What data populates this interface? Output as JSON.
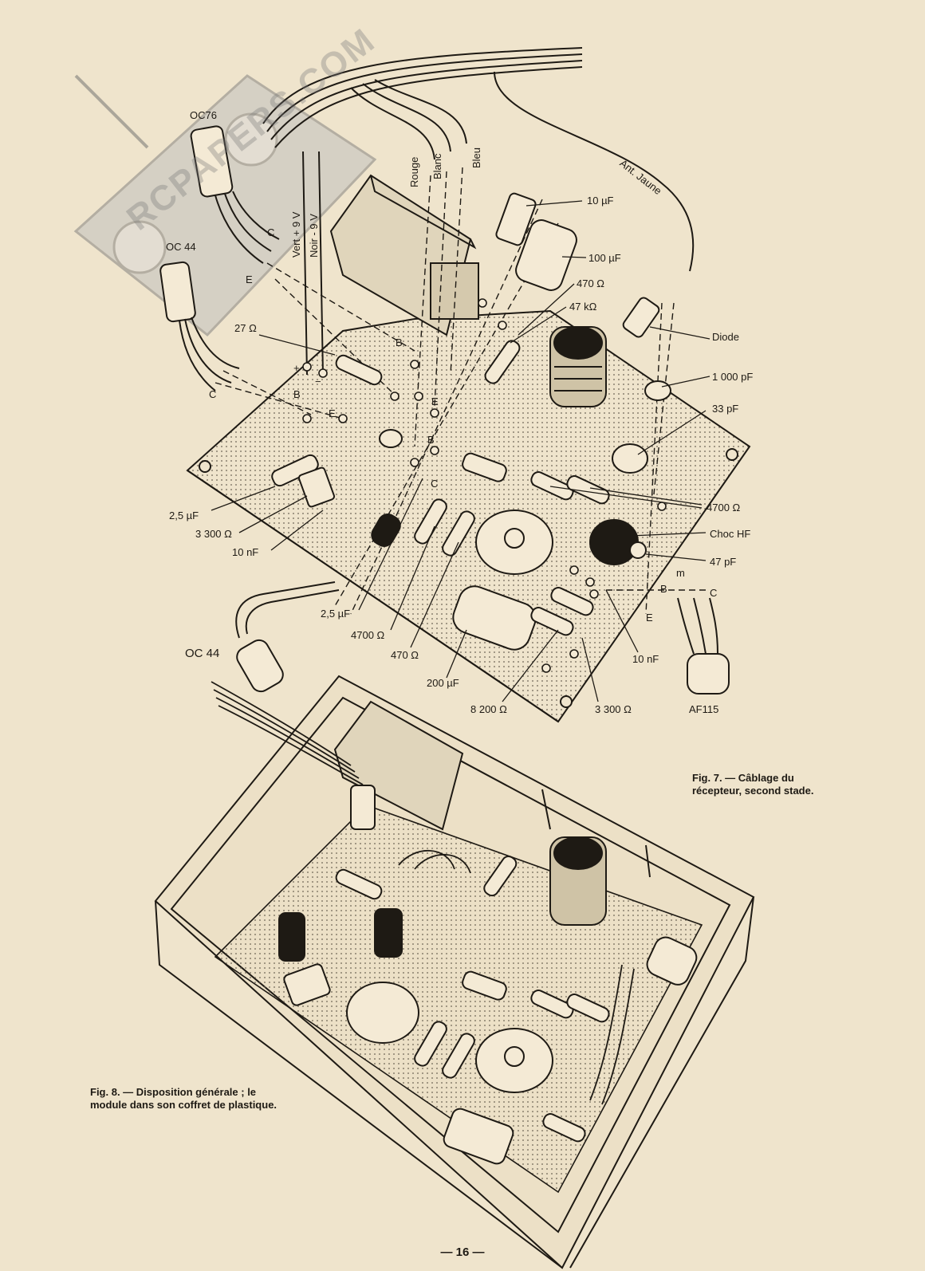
{
  "watermark": "RCPAPERS.COM",
  "page_number": "— 16 —",
  "fig7": {
    "caption": "Fig. 7. — Câblage du récepteur, second stade.",
    "labels": {
      "oc76": "OC76",
      "oc44_top": "OC 44",
      "oc44_bottom": "OC 44",
      "af115": "AF115",
      "vert": "Vert + 9 V",
      "noir": "Noir - 9 V",
      "rouge": "Rouge",
      "blanc": "Blanc",
      "bleu": "Bleu",
      "antenne": "Ant. Jaune",
      "c10uf": "10 µF",
      "c100uf": "100 µF",
      "r470": "470 Ω",
      "r47k": "47 kΩ",
      "diode": "Diode",
      "c1000pf": "1 000 pF",
      "c33pf": "33 pF",
      "r4700_right": "4700 Ω",
      "choc": "Choc HF",
      "c47pf": "47 pF",
      "r27": "27 Ω",
      "c25_left": "2,5 µF",
      "r3300_left": "3 300 Ω",
      "c10nf_left": "10 nF",
      "c25_bottom": "2,5 µF",
      "r4700_bottom": "4700 Ω",
      "r470_bottom": "470 Ω",
      "c200uf": "200 µF",
      "r8200": "8 200 Ω",
      "r3300_bottom": "3 300 Ω",
      "c10nf_right": "10 nF",
      "pin_b1": "B",
      "pin_e1": "E",
      "pin_c1": "C",
      "pin_b2": "B",
      "pin_e2": "E",
      "pin_c2": "C",
      "pin_b3": "B",
      "pin_e3": "E",
      "pin_b4": "B",
      "pin_e4": "E",
      "pin_c4": "C",
      "pin_m": "m",
      "pin_b5": "B",
      "pin_e5": "E",
      "pin_c5": "C",
      "plus": "+",
      "minus": "−"
    }
  },
  "fig8": {
    "caption": "Fig. 8. — Disposition générale ; le module dans son coffret de plastique."
  },
  "colors": {
    "paper": "#efe4cc",
    "ink": "#1e1a14",
    "board": "#e6dbc2",
    "watermark": "#8a8a8a"
  }
}
